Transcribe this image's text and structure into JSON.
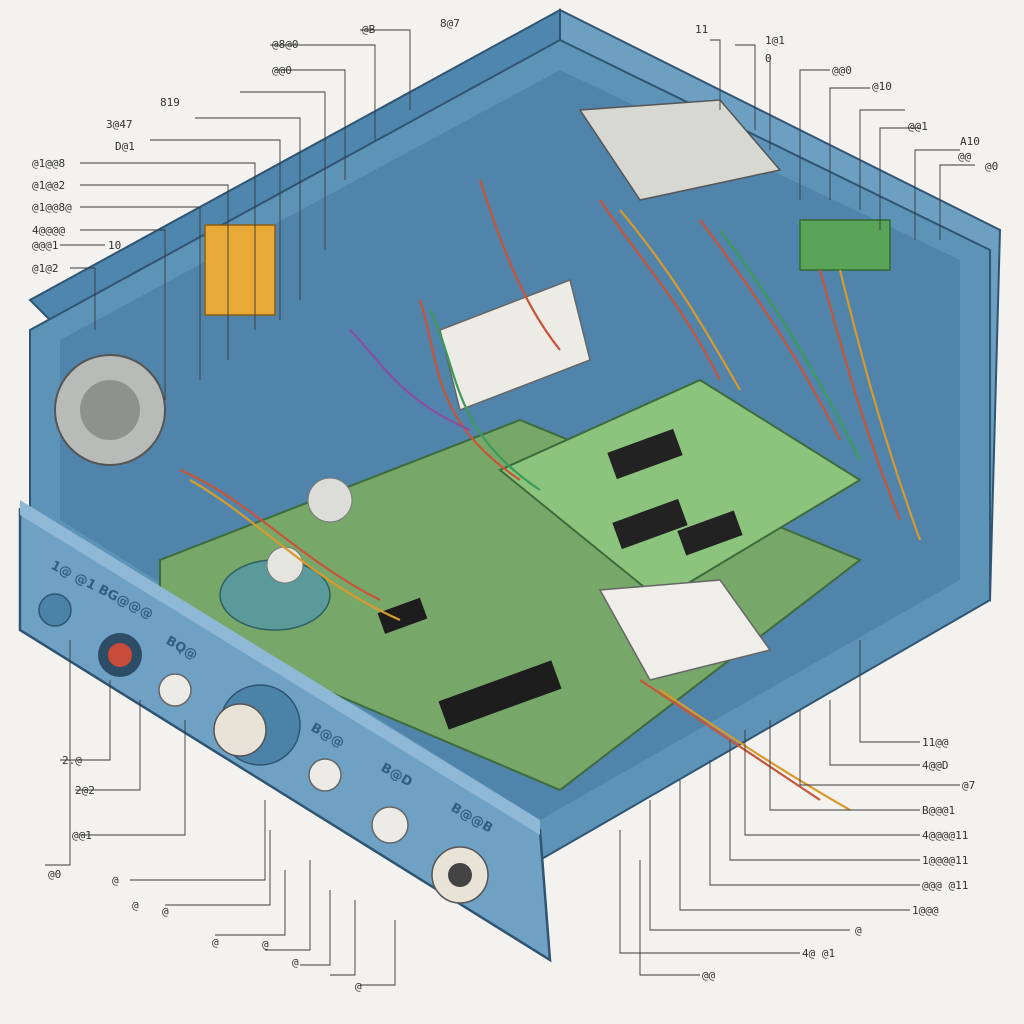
{
  "diagram": {
    "front_panel_text": [
      "1@ @1 BG@@@",
      "BQ@",
      "B@@",
      "B@D",
      "B@@B"
    ],
    "callouts_left": [
      "@B",
      "8@7",
      "@8@0",
      "@@0",
      "819",
      "3@47",
      "D@1",
      "@1@@8",
      "@1@@2",
      "@1@@8@",
      "4@@@@",
      "@@@1",
      "10",
      "@1@2"
    ],
    "callouts_right": [
      "11",
      "1@1",
      "0",
      "@@0",
      "@10",
      "@@1",
      "A10",
      "@@",
      "@0"
    ],
    "callouts_bottom_left": [
      "2.@",
      "2@2",
      "@@1",
      "@0",
      "@",
      "@",
      "@",
      "@",
      "@",
      "@",
      "@"
    ],
    "callouts_bottom_right": [
      "11@@",
      "4@@D",
      "@7",
      "B@@@1",
      "4@@@@11",
      "1@@@@11",
      "@@@ @11",
      "1@@@",
      "@",
      "4@ @1",
      "@@"
    ]
  },
  "colors": {
    "chassis": "#5b8fb5",
    "chassis_dark": "#3f6f93",
    "pcb": "#6fb36a",
    "background": "#f3f2ee"
  }
}
